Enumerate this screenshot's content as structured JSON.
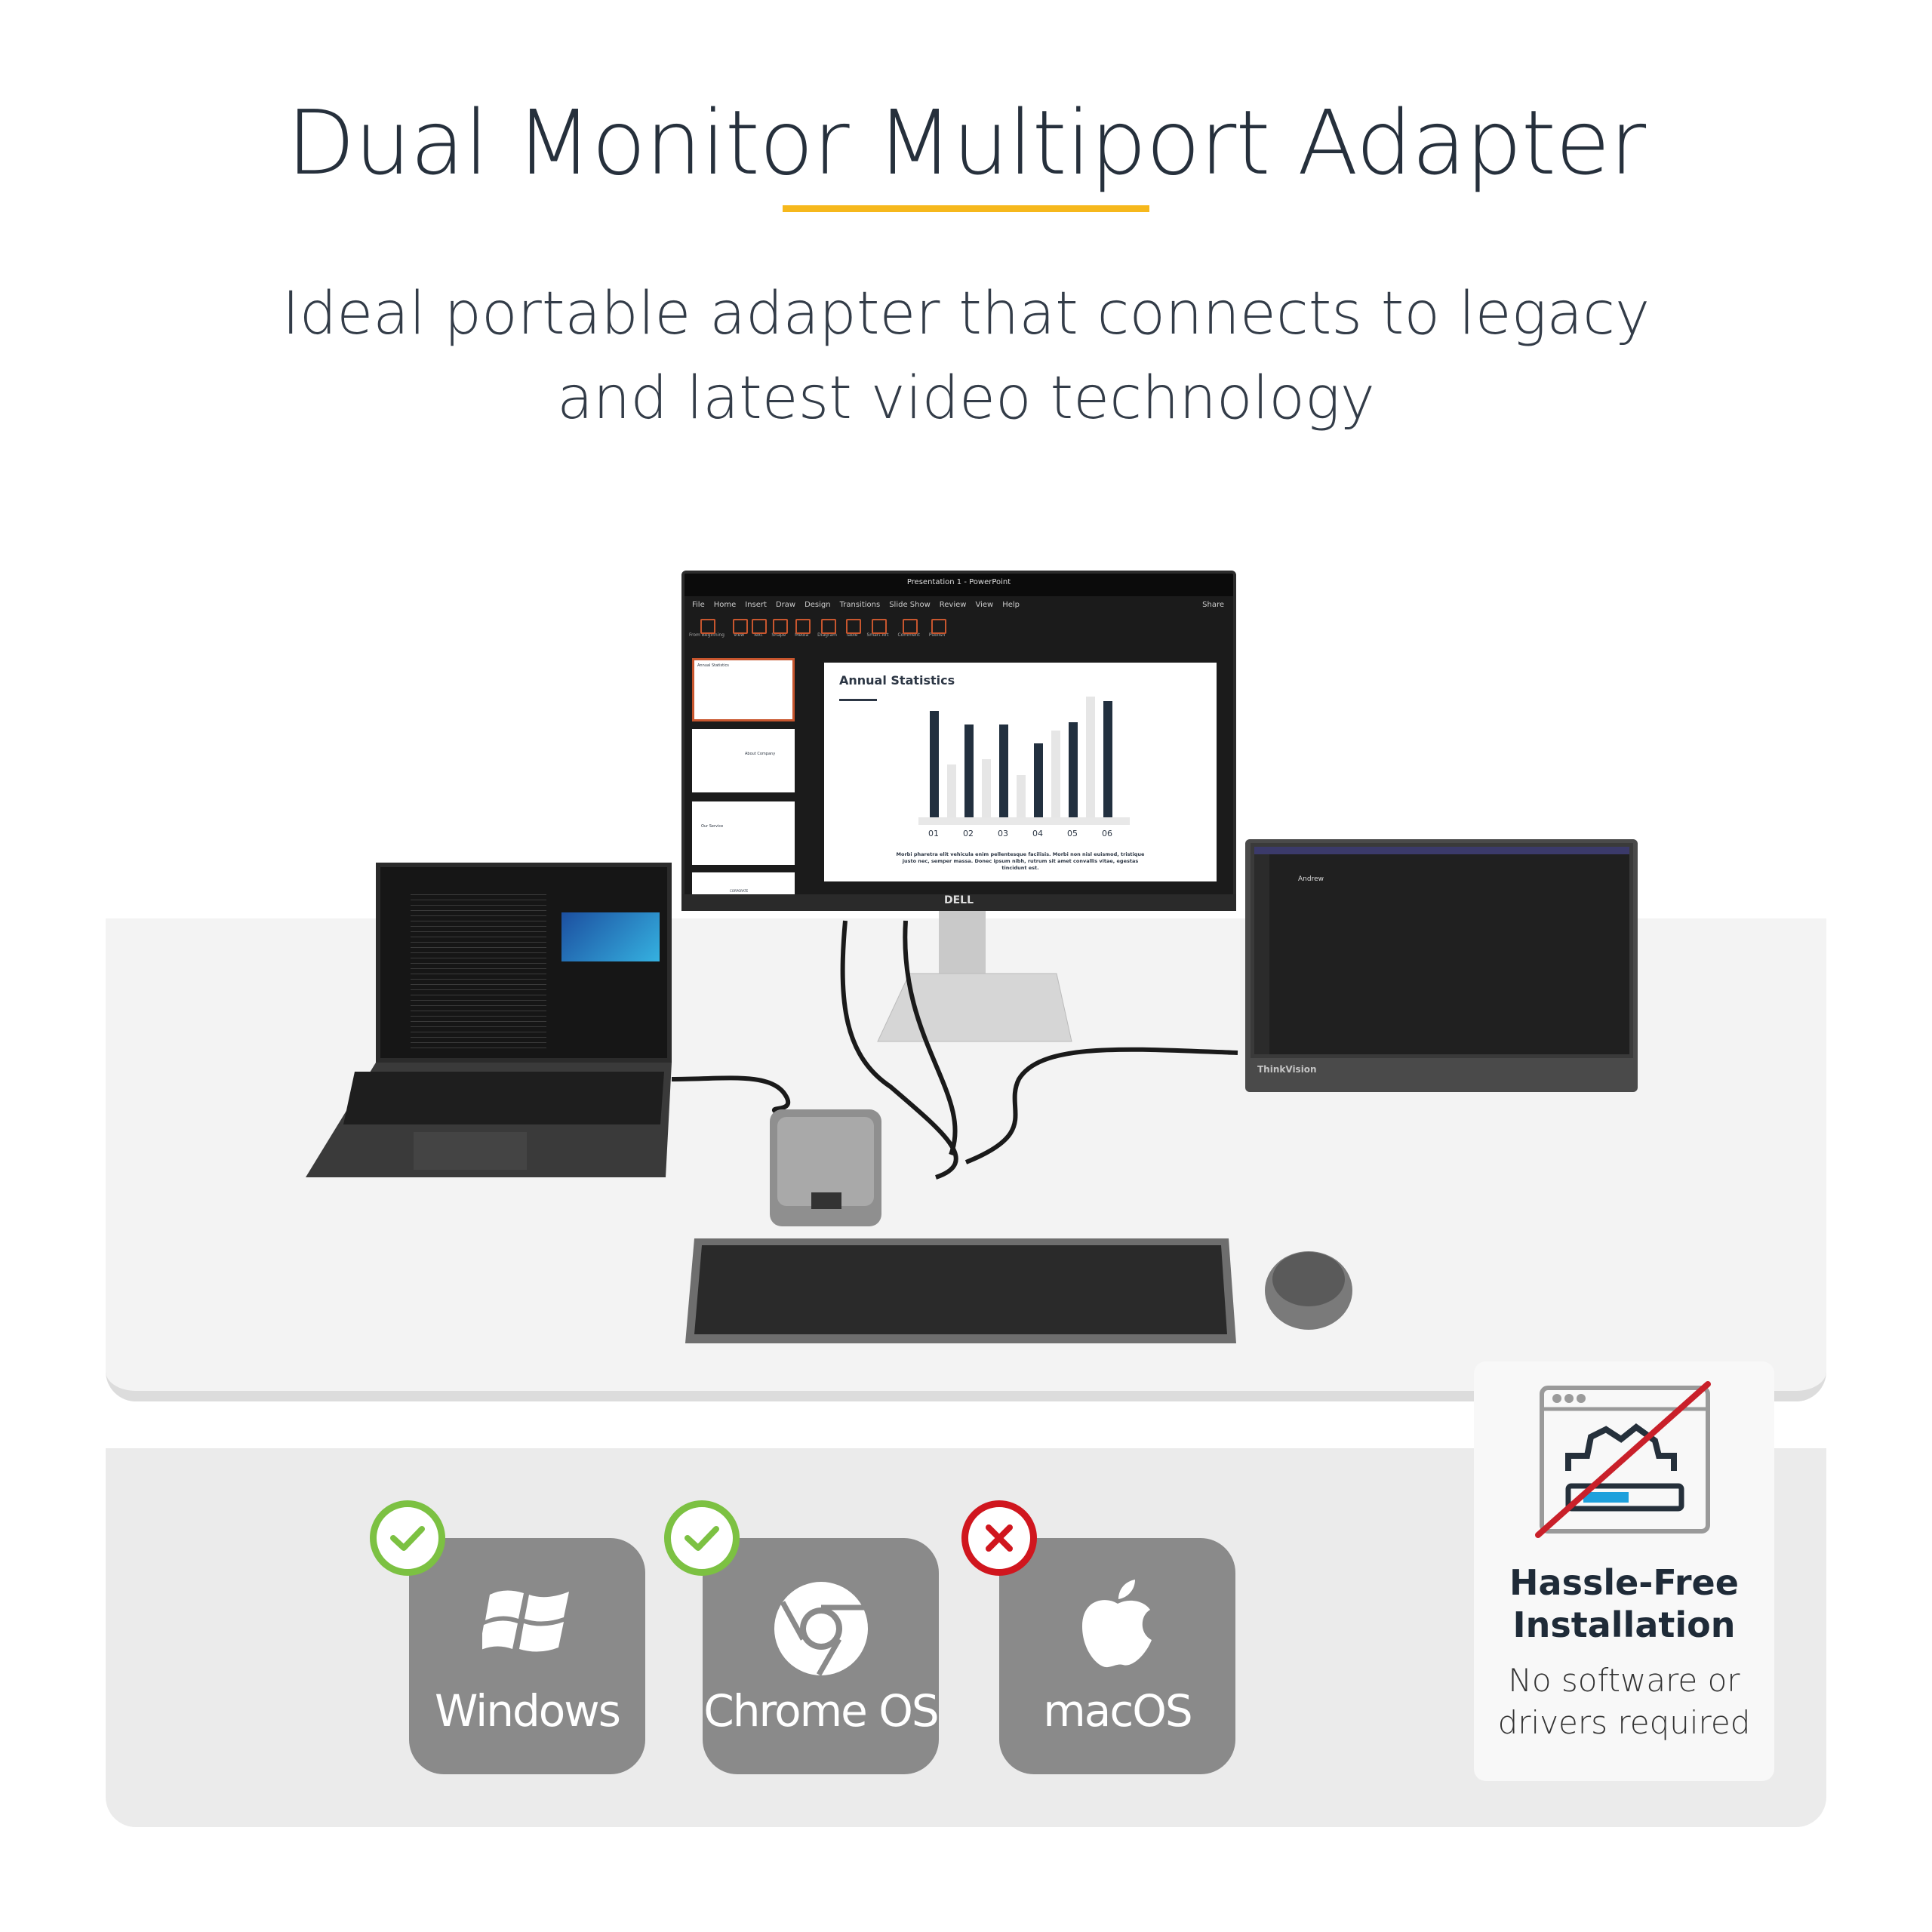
{
  "header": {
    "title": "Dual Monitor Multiport Adapter",
    "subtitle": "Ideal portable adapter that connects to legacy and latest video technology",
    "accent_color": "#f6b81c"
  },
  "monitor": {
    "brand": "DELL",
    "window_title": "Presentation 1 - PowerPoint",
    "menu": [
      "File",
      "Home",
      "Insert",
      "Draw",
      "Design",
      "Transitions",
      "Slide Show",
      "Review",
      "View",
      "Help"
    ],
    "share": "Share",
    "ribbon": [
      "From Beginning",
      "View",
      "Text",
      "Shape",
      "Media",
      "Diagram",
      "Table",
      "Smart Art",
      "Comment",
      "Publish"
    ],
    "slide": {
      "title": "Annual Statistics",
      "categories": [
        "01",
        "02",
        "03",
        "04",
        "05",
        "06"
      ],
      "dark_bars": [
        0.88,
        0.77,
        0.77,
        0.61,
        0.79,
        0.96
      ],
      "light_bars": [
        0.44,
        0.48,
        0.35,
        0.72,
        1.0
      ],
      "text": "Morbi pharetra elit vehicula enim pellentesque facilisis. Morbi non nisl euismod, tristique justo nec, semper massa. Donec ipsum nibh, rutrum sit amet convallis vitae, egestas tincidunt est."
    },
    "thumbnails": [
      "Annual Statistics",
      "About Company",
      "Our Service",
      "CORPORATE"
    ]
  },
  "tablet": {
    "contact": "Andrew",
    "brand": "ThinkVision"
  },
  "os_support": [
    {
      "label": "Windows",
      "supported": true,
      "icon": "windows-logo-icon"
    },
    {
      "label": "Chrome OS",
      "supported": true,
      "icon": "chrome-logo-icon"
    },
    {
      "label": "macOS",
      "supported": false,
      "icon": "apple-logo-icon"
    }
  ],
  "feature": {
    "title_line1": "Hassle-Free",
    "title_line2": "Installation",
    "subtitle_line1": "No software or",
    "subtitle_line2": "drivers required",
    "icon": "no-install-icon"
  },
  "colors": {
    "check": "#7cc142",
    "cross": "#d0161e",
    "tile": "#8a8a8a"
  }
}
